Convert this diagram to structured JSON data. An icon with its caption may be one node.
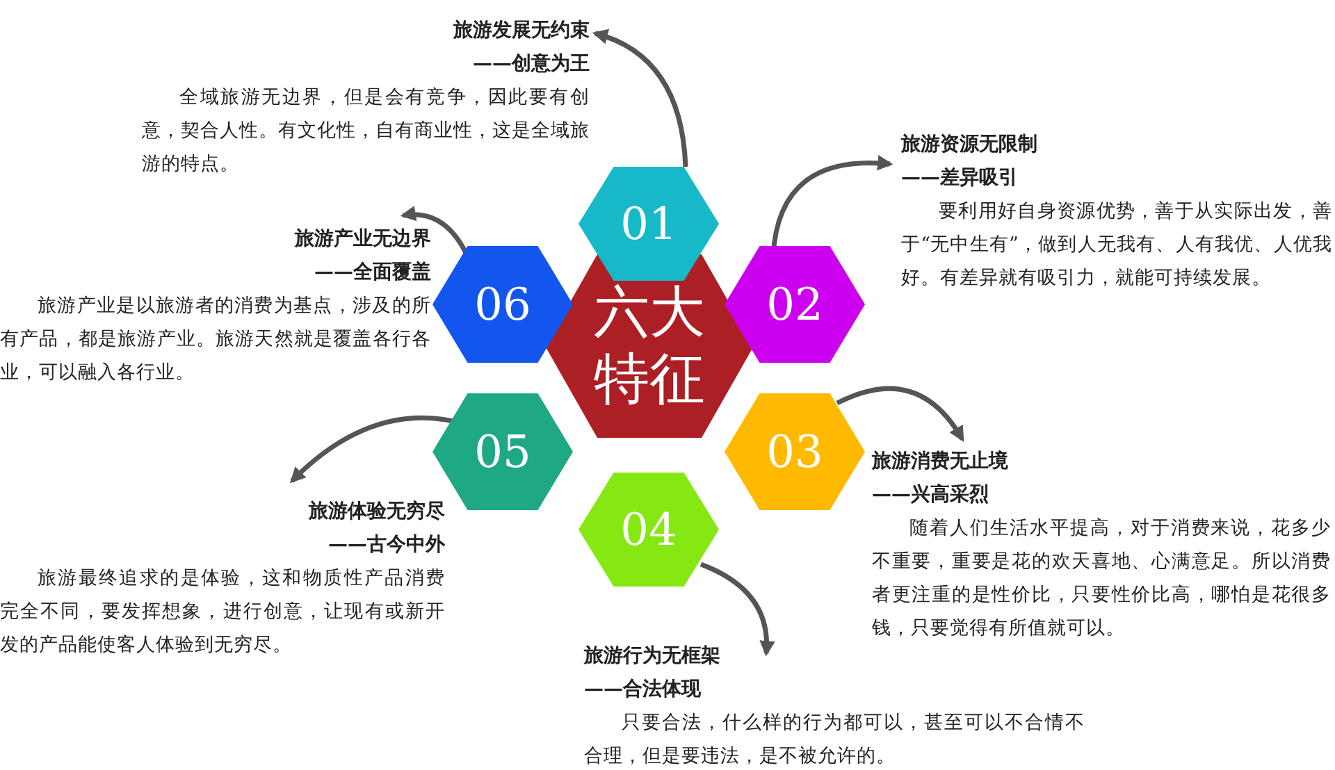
{
  "diagram": {
    "nodes": [
      {
        "text": [
          "六大特征"
        ]
      },
      {
        "text": [
          "01"
        ]
      },
      {
        "text": [
          "02"
        ]
      },
      {
        "text": [
          "03"
        ]
      },
      {
        "text": [
          "04"
        ]
      },
      {
        "text": [
          "05"
        ]
      },
      {
        "text": [
          "06"
        ]
      },
      {
        "text": [
          "旅游发展无约束",
          "——创意为王",
          "全域旅游无边界，但是会有竞争，因此要有创意，契合人性。有文化性，自有商业性，这是全域旅游的特点。"
        ]
      },
      {
        "text": [
          "旅游资源无限制",
          "——差异吸引",
          "要利用好自身资源优势，善于从实际出发，善于“无中生有”，做到人无我有、人有我优、人优我好。有差异就有吸引力，就能可持续发展。"
        ]
      },
      {
        "text": [
          "旅游产业无边界",
          "——全面覆盖",
          "旅游产业是以旅游者的消费为基点，涉及的所有产品，都是旅游产业。旅游天然就是覆盖各行各业，可以融入各行业。"
        ]
      },
      {
        "text": [
          "旅游体验无穷尽",
          "——古今中外",
          "旅游最终追求的是体验，这和物质性产品消费完全不同，要发挥想象，进行创意，让现有或新开发的产品能使客人体验到无穷尽。"
        ]
      },
      {
        "text": [
          "旅游消费无止境",
          "——兴高采烈",
          "随着人们生活水平提高，对于消费来说，花多少不重要，重要是花的欢天喜地、心满意足。所以消费者更注重的是性价比，只要性价比高，哪怕是花很多钱，只要觉得有所值就可以。"
        ]
      },
      {
        "text": [
          "旅游行为无框架",
          "——合法体现",
          "只要合法，什么样的行为都可以，甚至可以不合情不合理，但是要违法，是不被允许的。"
        ]
      }
    ],
    "edges": [
      {
        "from": 1,
        "to": 7,
        "arrow": "to"
      },
      {
        "from": 2,
        "to": 8,
        "arrow": "to"
      },
      {
        "from": 3,
        "to": 11,
        "arrow": "to"
      },
      {
        "from": 4,
        "to": 12,
        "arrow": "to"
      },
      {
        "from": 5,
        "to": 10,
        "arrow": "to"
      },
      {
        "from": 6,
        "to": 9,
        "arrow": "to"
      }
    ]
  }
}
